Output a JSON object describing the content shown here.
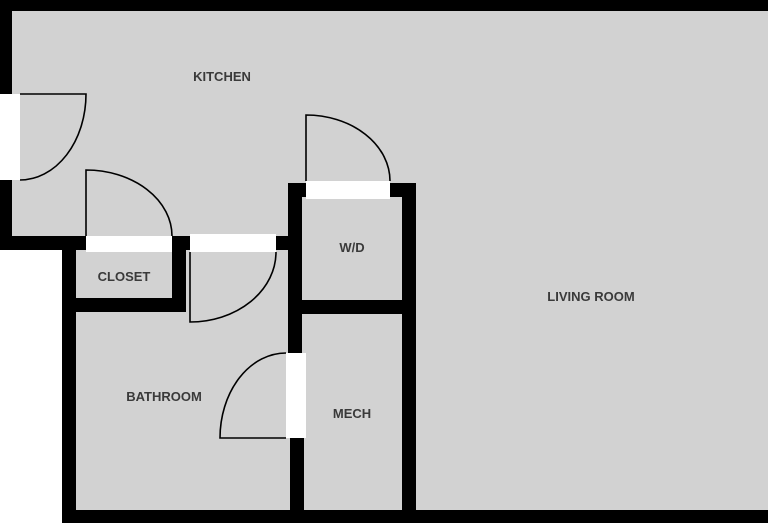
{
  "plan": {
    "rooms": {
      "kitchen": "KITCHEN",
      "closet": "CLOSET",
      "wd": "W/D",
      "living_room": "LIVING ROOM",
      "bathroom": "BATHROOM",
      "mech": "MECH"
    }
  },
  "colors": {
    "floor": "#d2d2d2",
    "wall": "#000000",
    "door": "#ffffff",
    "label": "#3a3a3a"
  }
}
